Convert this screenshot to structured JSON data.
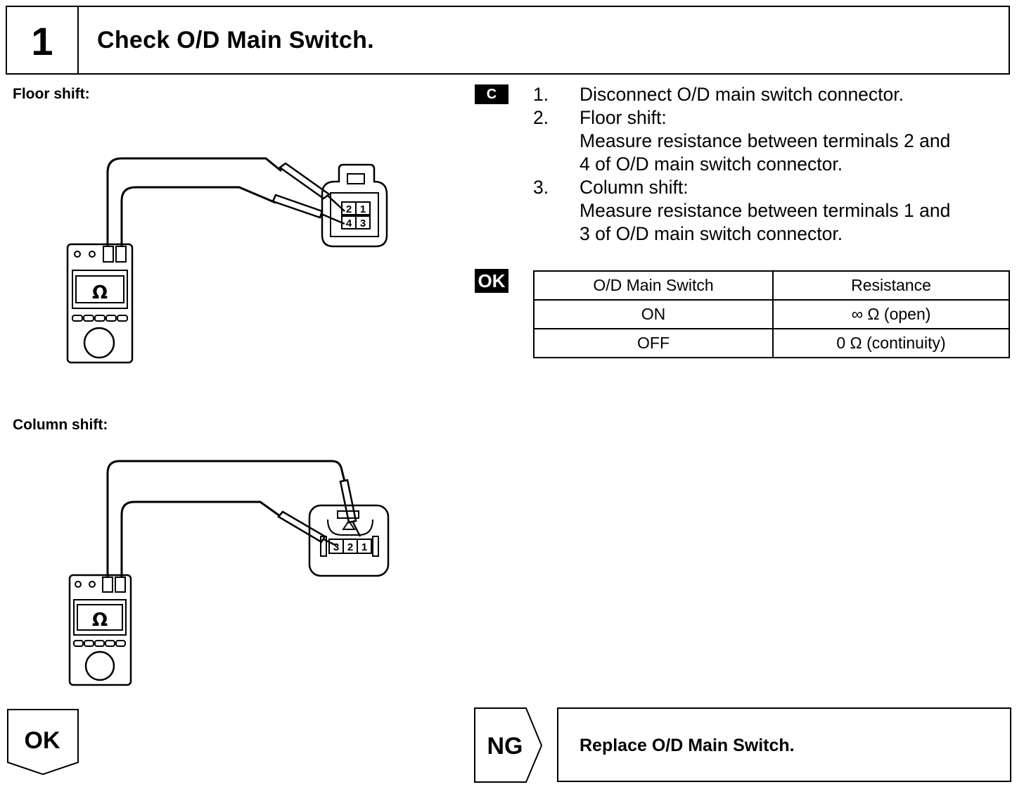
{
  "step": {
    "number": "1",
    "title": "Check O/D Main Switch."
  },
  "figures": {
    "floor_label": "Floor shift:",
    "column_label": "Column shift:",
    "meter_symbol": "Ω",
    "floor_connector_pins": [
      "2",
      "1",
      "4",
      "3"
    ],
    "column_connector_pins": [
      "3",
      "2",
      "1"
    ]
  },
  "badges": {
    "check": "C",
    "ok": "OK"
  },
  "instructions": [
    {
      "num": "1.",
      "lines": [
        "Disconnect O/D main switch connector."
      ]
    },
    {
      "num": "2.",
      "lines": [
        "Floor shift:",
        "Measure resistance between terminals 2 and",
        "4 of O/D main switch connector."
      ]
    },
    {
      "num": "3.",
      "lines": [
        "Column shift:",
        "Measure resistance between terminals 1 and",
        "3 of O/D main switch connector."
      ]
    }
  ],
  "spec_table": {
    "headers": [
      "O/D Main Switch",
      "Resistance"
    ],
    "rows": [
      [
        "ON",
        "∞ Ω (open)"
      ],
      [
        "OFF",
        "0 Ω (continuity)"
      ]
    ]
  },
  "results": {
    "ok_label": "OK",
    "ng_label": "NG",
    "ng_action": "Replace O/D Main Switch."
  }
}
